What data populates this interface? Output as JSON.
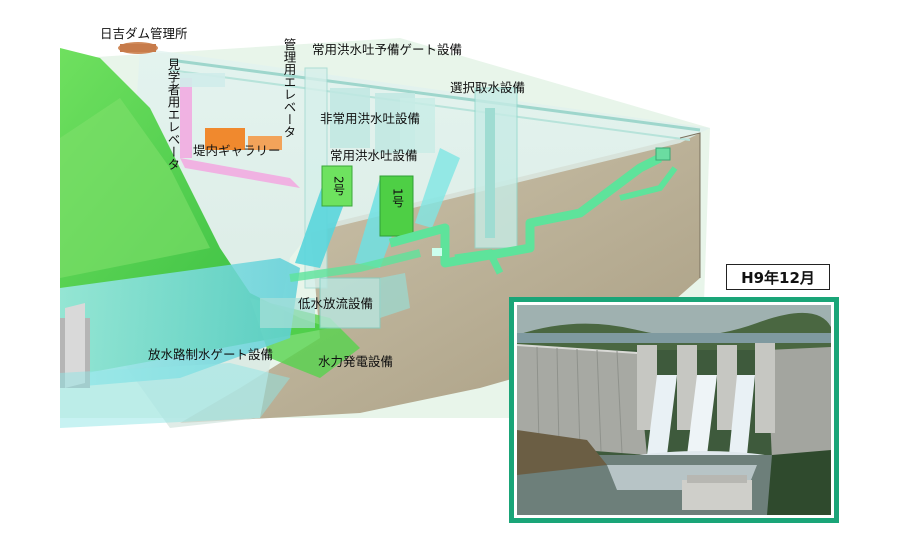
{
  "labels": {
    "office": "日吉ダム管理所",
    "visitor_elevator": "見学者用エレベータ",
    "mgmt_elevator": "管理用エレベータ",
    "gallery": "堤内ギャラリー",
    "emergency_spill_gate": "常用洪水吐予備ゲート設備",
    "intake": "選択取水設備",
    "non_regular_spillway": "非常用洪水吐設備",
    "regular_spillway": "常用洪水吐設備",
    "gate_2": "2号",
    "gate_1": "1号",
    "low_discharge": "低水放流設備",
    "outlet_gate": "放水路制水ゲート設備",
    "hydro_power": "水力発電設備"
  },
  "photo": {
    "date_label": "H9年12月"
  },
  "colors": {
    "green_bank": "#4cd34a",
    "concrete": "#b8ad93",
    "water_channel": "#8fe6e6",
    "pipe": "#59e39a",
    "gallery_pink": "#ee99dd",
    "gallery_orange": "#f0892e",
    "frame": "#1aa578"
  }
}
